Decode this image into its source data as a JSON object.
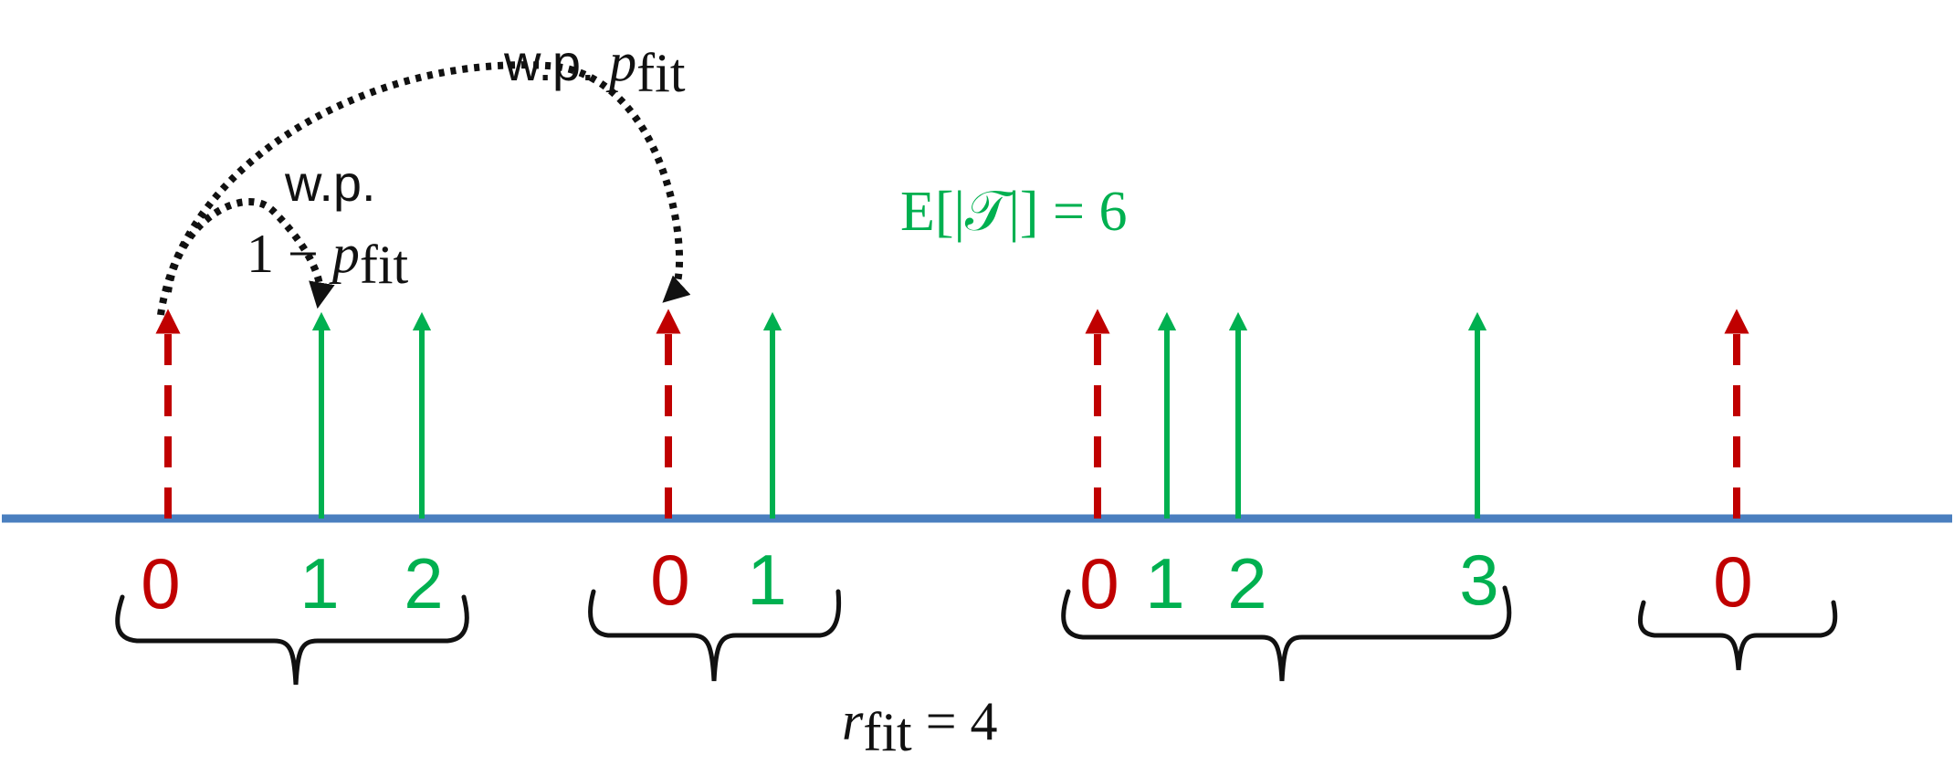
{
  "colors": {
    "axis": "#4a7fbf",
    "renewal": "#c00000",
    "arrival": "#00b050",
    "annotation": "#111111"
  },
  "arrival_groups": [
    {
      "labels": [
        "0",
        "1",
        "2"
      ]
    },
    {
      "labels": [
        "0",
        "1"
      ]
    },
    {
      "labels": [
        "0",
        "1",
        "2",
        "3"
      ]
    },
    {
      "labels": [
        "0"
      ]
    }
  ],
  "annotations": {
    "long_jump": {
      "prefix": "w.p. ",
      "var": "p",
      "sub": "fit"
    },
    "short_jump": {
      "line1": "w.p.",
      "prefix": "1 − ",
      "var": "p",
      "sub": "fit"
    },
    "expectation": {
      "text": "E[|𝒯|] = 6"
    },
    "rate": {
      "var": "r",
      "sub": "fit",
      "suffix": " = 4"
    }
  }
}
